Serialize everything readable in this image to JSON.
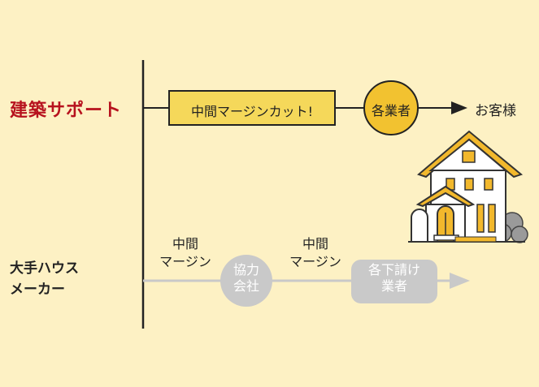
{
  "top_row": {
    "label": "建築サポート",
    "box": "中間マージンカット!",
    "circle": "各業者",
    "customer": "お客様"
  },
  "bottom_row": {
    "label_line1": "大手ハウス",
    "label_line2": "メーカー",
    "margin1_line1": "中間",
    "margin1_line2": "マージン",
    "partner_line1": "協力",
    "partner_line2": "会社",
    "margin2_line1": "中間",
    "margin2_line2": "マージン",
    "sub_line1": "各下請け",
    "sub_line2": "業者"
  },
  "colors": {
    "background": "#fdf1c4",
    "accent_red": "#b7121e",
    "box_fill": "#f5d85a",
    "circle_fill": "#f2c230",
    "grey": "#c9c9c9",
    "house_yellow": "#f2b82c"
  }
}
